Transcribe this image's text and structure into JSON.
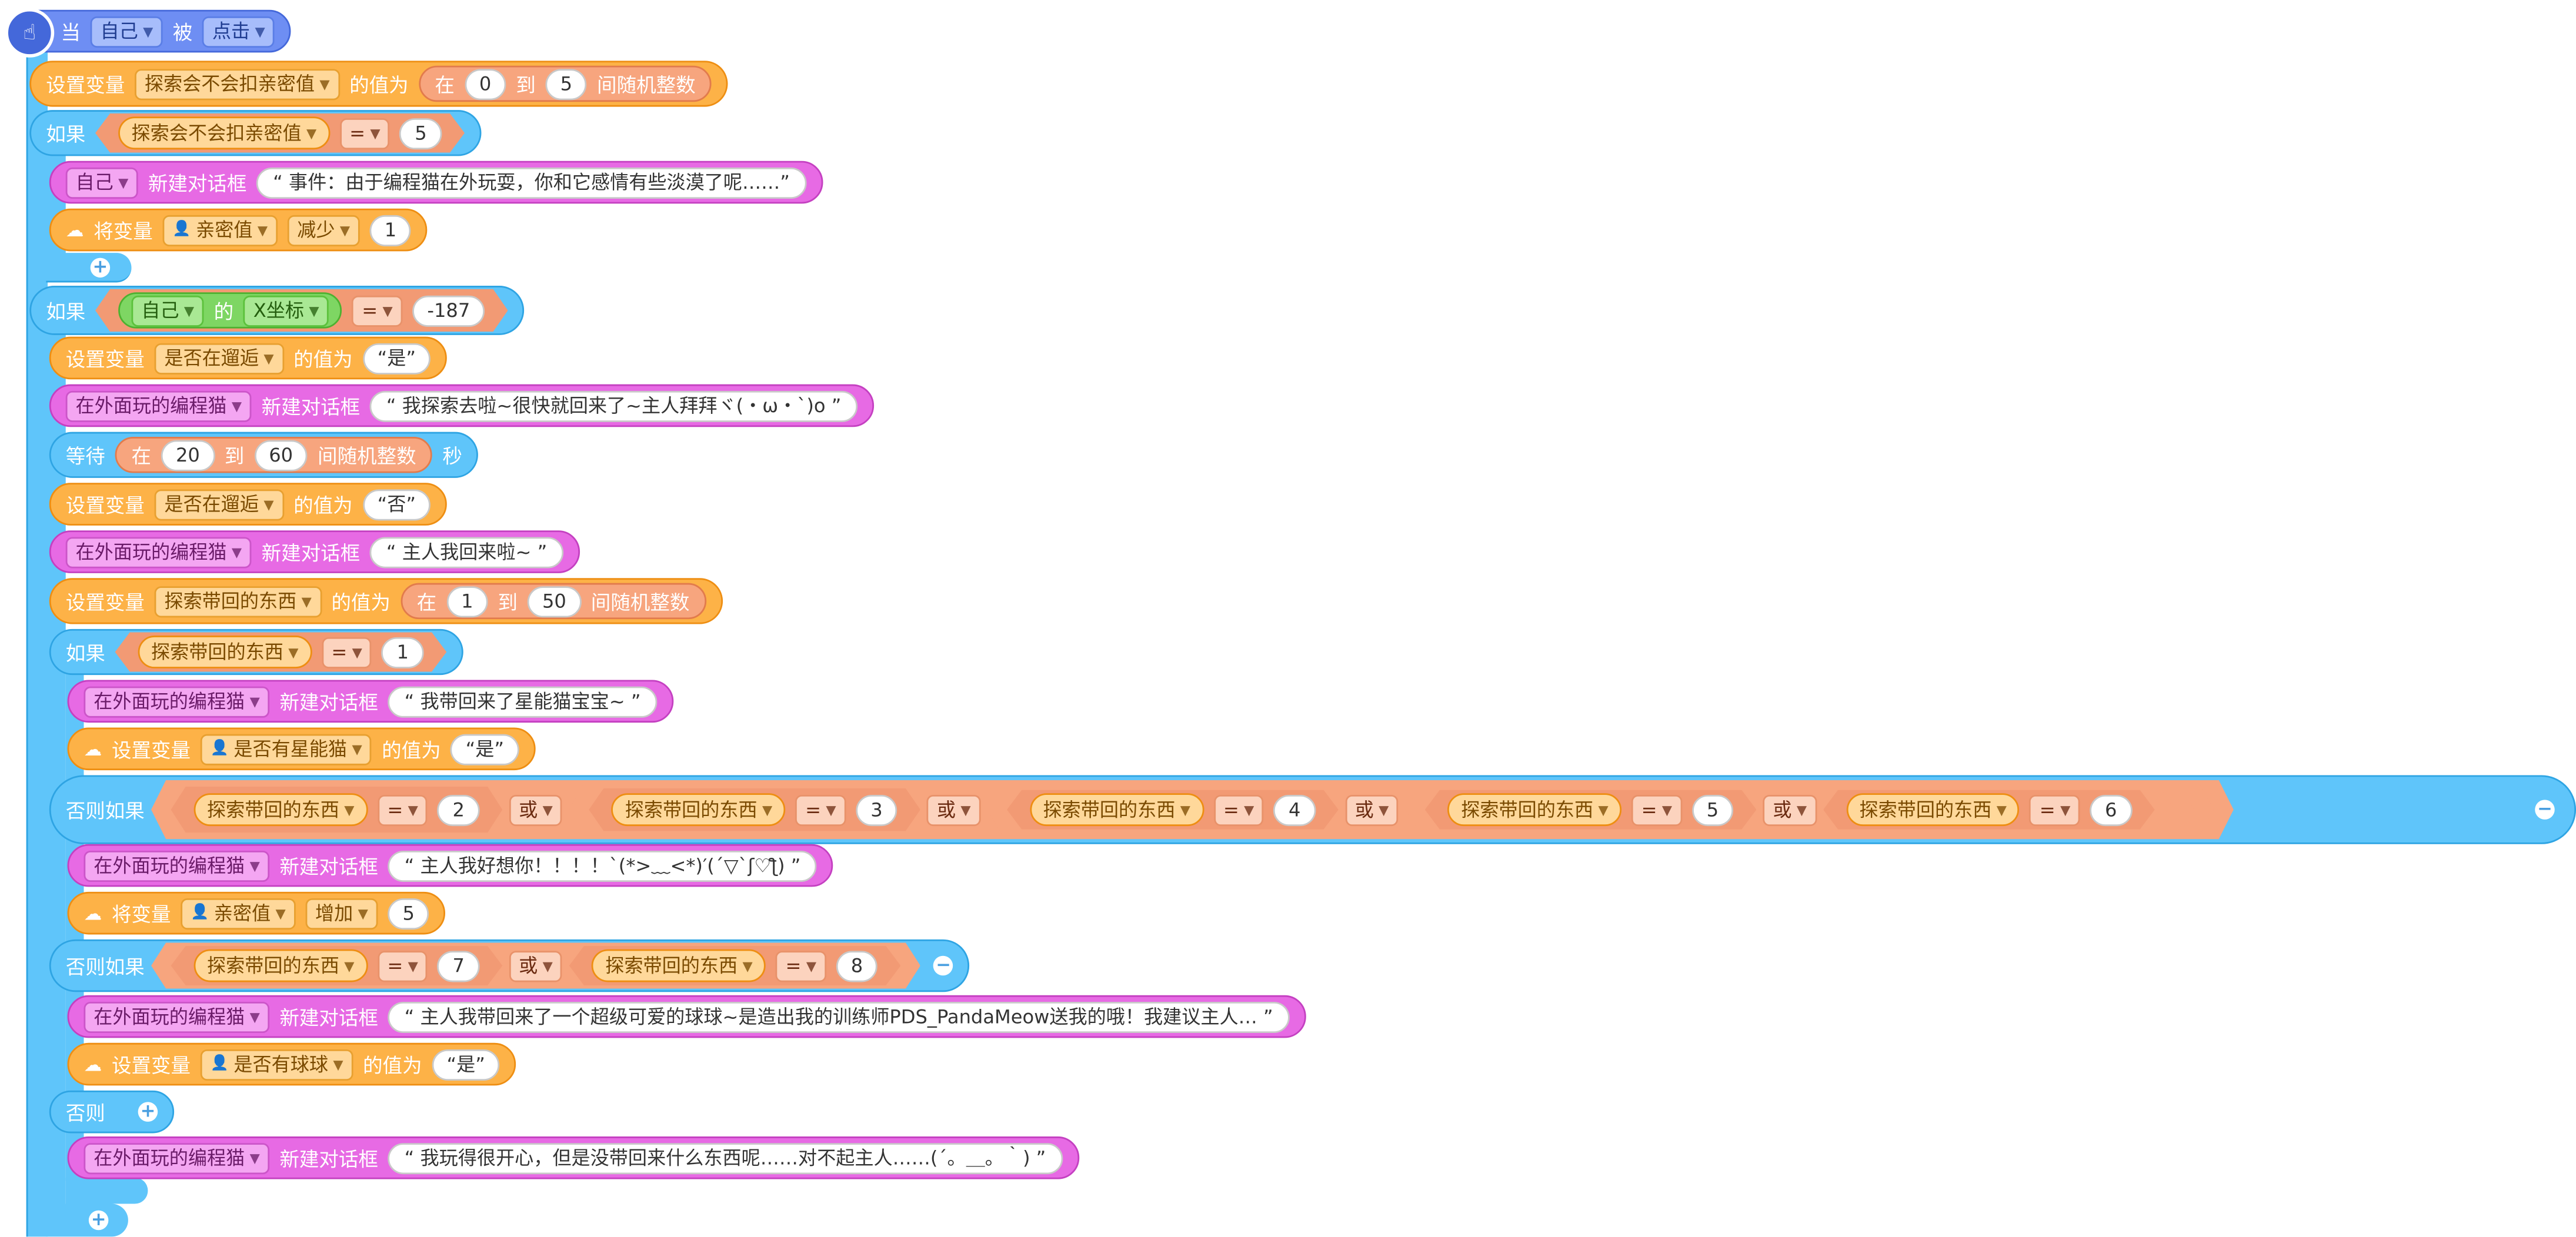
{
  "event": {
    "when": "当",
    "target": "自己",
    "by": "被",
    "action": "点击"
  },
  "b1": {
    "set_label": "设置变量",
    "var": "探索会不会扣亲密值",
    "value_label": "的值为",
    "rand_in": "在",
    "rand_from": "0",
    "rand_to_label": "到",
    "rand_to": "5",
    "rand_suffix": "间随机整数"
  },
  "if1": {
    "label": "如果",
    "var": "探索会不会扣亲密值",
    "op": "=",
    "value": "5"
  },
  "if1_dlg": {
    "target": "自己",
    "action": "新建对话框",
    "text": "“ 事件：由于编程猫在外玩耍，你和它感情有些淡漠了呢……”"
  },
  "if1_change": {
    "label": "将变量",
    "var": "亲密值",
    "op": "减少",
    "value": "1"
  },
  "if2": {
    "label": "如果",
    "target": "自己",
    "of": "的",
    "prop": "X坐标",
    "op": "=",
    "value": "-187"
  },
  "s1": {
    "set_label": "设置变量",
    "var": "是否在遛逅",
    "value_label": "的值为",
    "value": "“是”"
  },
  "d1": {
    "target": "在外面玩的编程猫",
    "action": "新建对话框",
    "text": "“ 我探索去啦~很快就回来了~主人拜拜ヾ(・ω・`)o ”"
  },
  "wait": {
    "label": "等待",
    "rand_in": "在",
    "from": "20",
    "to_label": "到",
    "to": "60",
    "suffix": "间随机整数",
    "unit": "秒"
  },
  "s2": {
    "set_label": "设置变量",
    "var": "是否在遛逅",
    "value_label": "的值为",
    "value": "“否”"
  },
  "d2": {
    "target": "在外面玩的编程猫",
    "action": "新建对话框",
    "text": "“ 主人我回来啦~ ”"
  },
  "s3": {
    "set_label": "设置变量",
    "var": "探索带回的东西",
    "value_label": "的值为",
    "rand_in": "在",
    "from": "1",
    "to_label": "到",
    "to": "50",
    "suffix": "间随机整数"
  },
  "if3": {
    "label": "如果",
    "var": "探索带回的东西",
    "op": "=",
    "value": "1"
  },
  "d3": {
    "target": "在外面玩的编程猫",
    "action": "新建对话框",
    "text": "“ 我带回来了星能猫宝宝~ ”"
  },
  "s4": {
    "set_label": "设置变量",
    "var": "是否有星能猫",
    "value_label": "的值为",
    "value": "“是”"
  },
  "elif1": {
    "label": "否则如果",
    "or": "或",
    "conds": [
      {
        "var": "探索带回的东西",
        "op": "=",
        "value": "2"
      },
      {
        "var": "探索带回的东西",
        "op": "=",
        "value": "3"
      },
      {
        "var": "探索带回的东西",
        "op": "=",
        "value": "4"
      },
      {
        "var": "探索带回的东西",
        "op": "=",
        "value": "5"
      },
      {
        "var": "探索带回的东西",
        "op": "=",
        "value": "6"
      }
    ]
  },
  "d4": {
    "target": "在外面玩的编程猫",
    "action": "新建对话框",
    "text": "“ 主人我好想你！！！！`(*>﹏<*)′(´▽`ʃ♡ƪ) ”"
  },
  "c2": {
    "label": "将变量",
    "var": "亲密值",
    "op": "增加",
    "value": "5"
  },
  "elif2": {
    "label": "否则如果",
    "or": "或",
    "conds": [
      {
        "var": "探索带回的东西",
        "op": "=",
        "value": "7"
      },
      {
        "var": "探索带回的东西",
        "op": "=",
        "value": "8"
      }
    ]
  },
  "d5": {
    "target": "在外面玩的编程猫",
    "action": "新建对话框",
    "text": "“ 主人我带回来了一个超级可爱的球球~是造出我的训练师PDS_PandaMeow送我的哦！我建议主人… ”"
  },
  "s5": {
    "set_label": "设置变量",
    "var": "是否有球球",
    "value_label": "的值为",
    "value": "“是”"
  },
  "else": {
    "label": "否则"
  },
  "d6": {
    "target": "在外面玩的编程猫",
    "action": "新建对话框",
    "text": "“ 我玩得很开心，但是没带回来什么东西呢……对不起主人……(´。＿。｀) ”"
  },
  "icons": {
    "hand": "hand-pointer-icon",
    "cloud": "cloud-icon",
    "person": "person-icon",
    "dropdown": "chevron-down-icon",
    "plus": "plus-icon",
    "minus": "minus-icon"
  },
  "colors": {
    "event": "#6E8EF3",
    "control": "#5FC5FA",
    "variable": "#FDB247",
    "dialog": "#E76AE4",
    "operator": "#F7A57E",
    "sensor": "#7ED663"
  }
}
